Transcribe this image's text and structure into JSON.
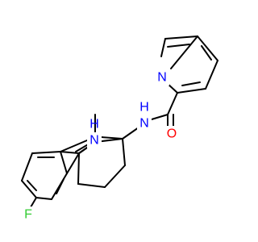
{
  "molecule": {
    "atoms": {
      "pyridine_n": {
        "symbol": "N",
        "color": "#0000ff"
      },
      "carbonyl_o": {
        "symbol": "O",
        "color": "#ff0000"
      },
      "amide_n": {
        "symbol": "N",
        "color": "#0000ff"
      },
      "amide_h": {
        "symbol": "H",
        "color": "#0000ff"
      },
      "indole_n": {
        "symbol": "N",
        "color": "#0000ff"
      },
      "indole_h": {
        "symbol": "H",
        "color": "#0000ff"
      },
      "fluorine": {
        "symbol": "F",
        "color": "#33cc33"
      }
    },
    "bond_color": "#000000"
  }
}
